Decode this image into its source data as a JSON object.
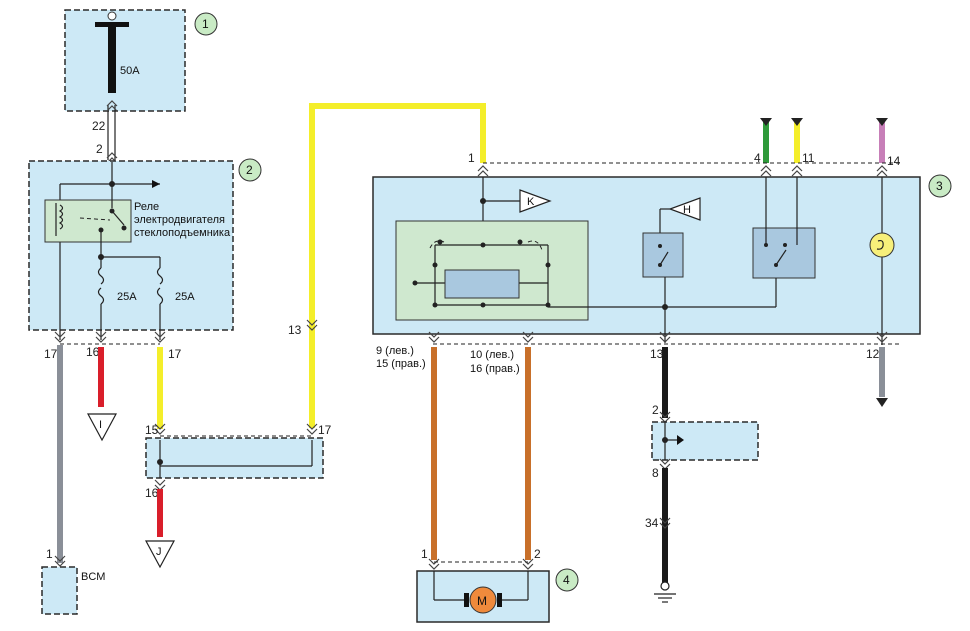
{
  "colors": {
    "block_fill": "#cde9f6",
    "wire_black": "#1a1a1a",
    "wire_yellow": "#f4ee2a",
    "wire_red": "#d91e2a",
    "wire_gray": "#8a8f98",
    "wire_orange": "#c8702a",
    "wire_green": "#2e9a3a",
    "wire_violet": "#c77fb8",
    "callout_fill": "#c9ebc5",
    "motor_fill": "#ef8a3c",
    "lamp_fill": "#f7ef7a"
  },
  "callouts": [
    "1",
    "2",
    "3",
    "4"
  ],
  "fuse_main": "50A",
  "fuse_a": "25A",
  "fuse_b": "25A",
  "relay_label": [
    "Реле",
    "электродвигателя",
    "стеклоподъемника"
  ],
  "bcm_label": "BCM",
  "motor_label": "M",
  "arrow_k": "K",
  "arrow_h": "H",
  "term_i": "I",
  "term_j": "J",
  "pins": {
    "p22": "22",
    "p2a": "2",
    "p17a": "17",
    "p16a": "16",
    "p17b": "17",
    "p13a": "13",
    "p15": "15",
    "p17c": "17",
    "p16b": "16",
    "p1bcm": "1",
    "p1top": "1",
    "p4": "4",
    "p11": "11",
    "p14": "14",
    "p9": "9 (лев.)",
    "p15r": "15 (прав.)",
    "p10": "10 (лев.)",
    "p16r": "16 (прав.)",
    "p13b": "13",
    "p12": "12",
    "p2b": "2",
    "p8": "8",
    "p34": "34",
    "pm1": "1",
    "pm2": "2"
  }
}
